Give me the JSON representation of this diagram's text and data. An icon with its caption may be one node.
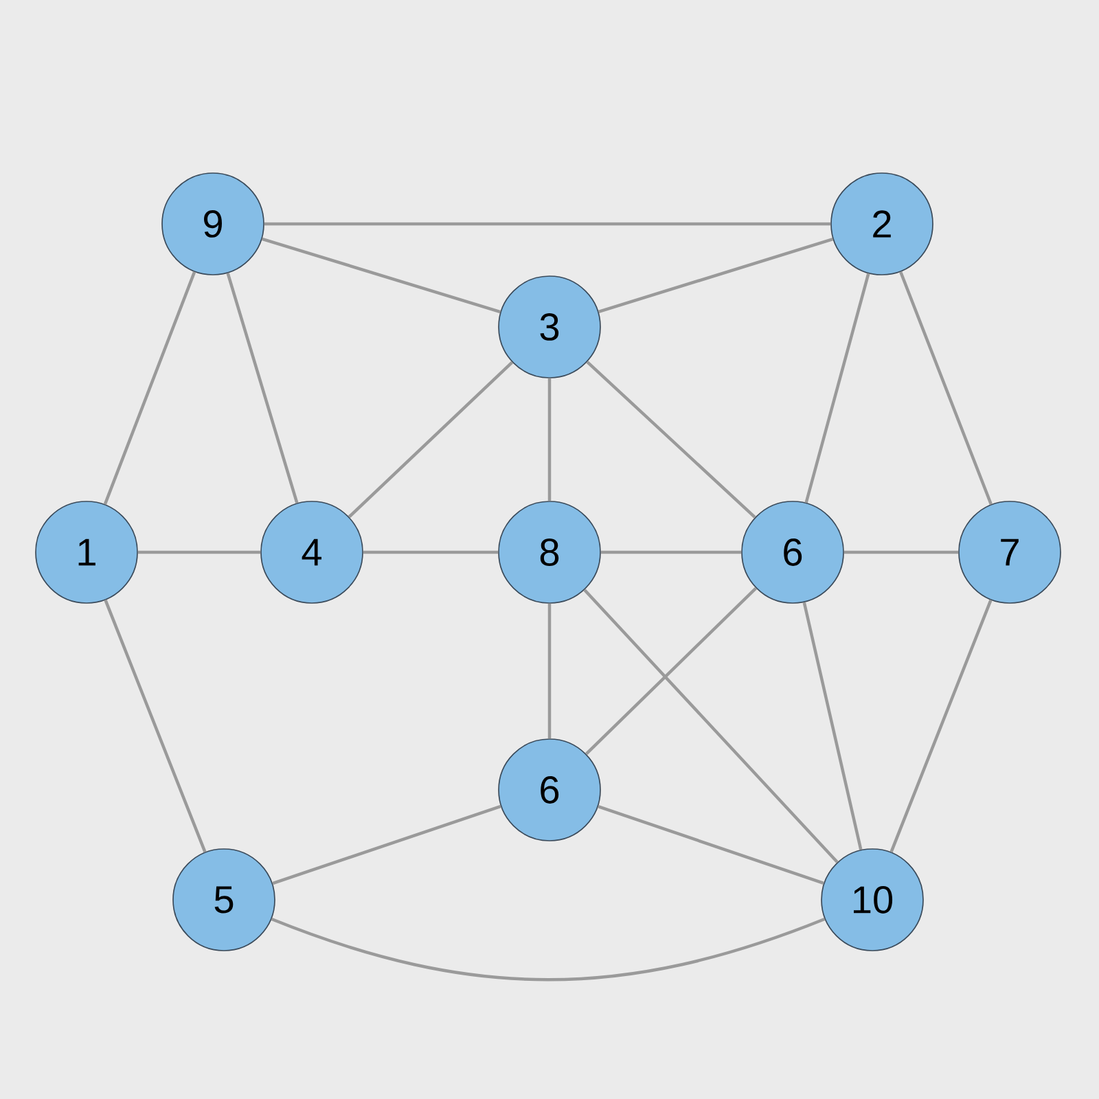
{
  "diagram": {
    "nodes": [
      {
        "text": [
          "9"
        ]
      },
      {
        "text": [
          "2"
        ]
      },
      {
        "text": [
          "3"
        ]
      },
      {
        "text": [
          "1"
        ]
      },
      {
        "text": [
          "4"
        ]
      },
      {
        "text": [
          "8"
        ]
      },
      {
        "text": [
          "6"
        ]
      },
      {
        "text": [
          "7"
        ]
      },
      {
        "text": [
          "6"
        ]
      },
      {
        "text": [
          "5"
        ]
      },
      {
        "text": [
          "10"
        ]
      }
    ],
    "edges": [
      {
        "from": 0,
        "to": 1,
        "arrow": "none"
      },
      {
        "from": 0,
        "to": 2,
        "arrow": "none"
      },
      {
        "from": 0,
        "to": 3,
        "arrow": "none"
      },
      {
        "from": 0,
        "to": 4,
        "arrow": "none"
      },
      {
        "from": 1,
        "to": 2,
        "arrow": "none"
      },
      {
        "from": 1,
        "to": 6,
        "arrow": "none"
      },
      {
        "from": 1,
        "to": 7,
        "arrow": "none"
      },
      {
        "from": 2,
        "to": 4,
        "arrow": "none"
      },
      {
        "from": 2,
        "to": 5,
        "arrow": "none"
      },
      {
        "from": 2,
        "to": 6,
        "arrow": "none"
      },
      {
        "from": 3,
        "to": 4,
        "arrow": "none"
      },
      {
        "from": 3,
        "to": 9,
        "arrow": "none"
      },
      {
        "from": 4,
        "to": 5,
        "arrow": "none"
      },
      {
        "from": 5,
        "to": 6,
        "arrow": "none"
      },
      {
        "from": 5,
        "to": 8,
        "arrow": "none"
      },
      {
        "from": 5,
        "to": 10,
        "arrow": "none"
      },
      {
        "from": 6,
        "to": 7,
        "arrow": "none"
      },
      {
        "from": 6,
        "to": 8,
        "arrow": "none"
      },
      {
        "from": 6,
        "to": 10,
        "arrow": "none"
      },
      {
        "from": 7,
        "to": 10,
        "arrow": "none"
      },
      {
        "from": 8,
        "to": 9,
        "arrow": "none"
      },
      {
        "from": 8,
        "to": 10,
        "arrow": "none"
      },
      {
        "from": 9,
        "to": 10,
        "arrow": "none"
      }
    ]
  }
}
